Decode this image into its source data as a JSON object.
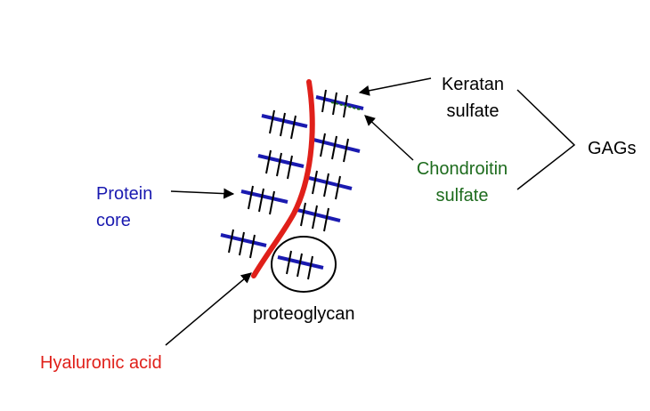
{
  "labels": {
    "keratan_line1": "Keratan",
    "keratan_line2": "sulfate",
    "gags": "GAGs",
    "chondroitin_line1": "Chondroitin",
    "chondroitin_line2": "sulfate",
    "protein_line1": "Protein",
    "protein_line2": "core",
    "proteoglycan": "proteoglycan",
    "hyaluronic": "Hyaluronic acid"
  },
  "colors": {
    "hyaluronic_acid": "#e0201a",
    "protein_core": "#1a1ab0",
    "chondroitin": "#1d6b1d",
    "keratan": "#000000",
    "text": "#000000"
  }
}
